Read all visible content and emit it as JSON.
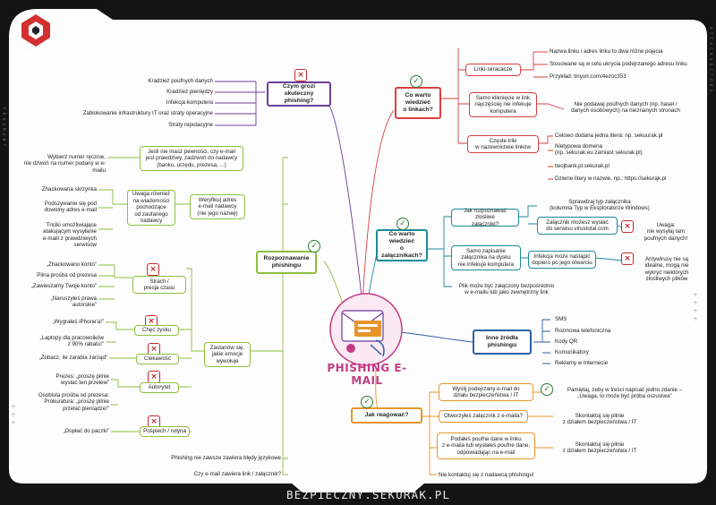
{
  "brand": {
    "logo": "SEKURAK.PL",
    "footer": "BEZPIECZNY.SEKURAK.PL"
  },
  "side_text": {
    "left": "F R A G M E N T",
    "right": "A T T A C K   V E C T O R S"
  },
  "center": {
    "title": "PHISHING E-MAIL"
  },
  "colors": {
    "purple": "#6a3d9a",
    "red": "#d94040",
    "teal": "#1b8a9c",
    "blue": "#2d5fa6",
    "orange": "#e8942b",
    "green": "#8dbf3f",
    "pink": "#c23b86"
  },
  "threats": {
    "title": "Czym grozi\nskuteczny phishing?",
    "items": [
      "Kradzież poufnych danych",
      "Kradzież pieniędzy",
      "Infekcja komputera",
      "Zablokowanie infrastruktury IT oraz straty operacyjne",
      "Straty reputacyjne"
    ]
  },
  "links": {
    "title": "Co warto\nwiedzieć\no linkach?",
    "shorteners": "Linki-skracacze",
    "short_items": [
      "Nazwa linku i adres linku to dwa różne pojęcia",
      "Stosowane są w celu ukrycia podejrzanego adresu linku",
      "Przykład: tinyurl.com/4eznc353"
    ],
    "click": "Samo kliknięcie w link\nnajczęściej nie infekuje\nkomputera",
    "click_leaf": "Nie podawaj poufnych danych (np. haseł /\ndanych osobowych) na nieznanych stronach",
    "tricks": "Częste triki\nw nazewnictwie linków",
    "trick_items": [
      "Celowo dodana jedna litera: np. sekuurak.pl",
      "Nietypowa domena\n(np. sekurak.eu zamiast sekurak.pl)",
      "twojbank.pl.sekurak.pl",
      "Dziwne litery w nazwie, np.: https://sekurąk.pl"
    ]
  },
  "attachments": {
    "title": "Co warto\nwiedzieć\no załącznikach?",
    "recognize": "Jak rozpoznawać złośliwe\nzałączniki?",
    "check_type": "Sprawdzaj typ załącznika\n(kolumna Typ w Eksploratorze Windows)",
    "virustotal": "Załącznik możesz wysłać\ndo serwisu virustotal.com",
    "vt_note": "Uwaga:\nnie wysyłaj tam\npoufnych danych!",
    "save": "Samo zapisanie\nzałącznika na dysku\nnie infekuje komputera",
    "infect": "Infekcja może nastąpić\ndopiero po jego otwarciu",
    "av": "Antywirusy nie są\nidealne, mogą nie\nwykryć niektórych\nzłośliwych plików",
    "file_link": "Plik może być załączony bezpośrednio\nw e-mailu lub jako zewnętrzny link"
  },
  "sources": {
    "title": "Inne źródła\nphishingu",
    "items": [
      "SMS",
      "Rozmowa telefoniczna",
      "Kody QR",
      "Komunikatory",
      "Reklamy w Internecie"
    ]
  },
  "react": {
    "title": "Jak reagować?",
    "report": "Wyślij podejrzany e-mail do\ndziału bezpieczeństwa / IT",
    "report_leaf": "Pamiętaj, żeby w treści napisać jedno zdanie –\n„Uwaga, to może być próba oszustwa”",
    "opened": "Otworzyłeś załącznik z e-maila?",
    "opened_leaf": "Skontaktuj się pilnie\nz działem bezpieczeństwa / IT",
    "gave": "Podałeś poufne dane w linku\nz e-maila lub wysłałeś poufne dane,\nodpowiadając na e-mail",
    "gave_leaf": "Skontaktuj się pilnie\nz działem bezpieczeństwa / IT",
    "no_contact": "Nie kontaktuj się z nadawcą phishingu!"
  },
  "recognize": {
    "title": "Rozpoznawanie\nphishingu",
    "doubt": "Jeśli nie masz pewności, czy e-mail\njest prawdziwy, zadzwoń do nadawcy\n(banku, urzędu, prezesa, ...)",
    "doubt_leaf": "Wybierz numer ręcznie,\nnie dzwoń na numer podany w e-mailu",
    "verify": "Weryfikuj adres\ne-mail nadawcy\n(nie jego nazwę)",
    "beware": "Uwaga również\nna wiadomości\npochodzące\nod zaufanego\nnadawcy",
    "beware_items": [
      "Zhackowana skrzynka",
      "Podszywanie się pod\ndowolny adres e-mail",
      "Triciki umożliwiające\natakującym wysyłanie\ne-maili z prawdziwych\nserwisów"
    ],
    "emotions": "Zastanów się,\njakie emocje\nwywołuje",
    "fear": "Strach /\npresja czasu",
    "fear_items": [
      "„Zhackowano konto”",
      "Pilna prośba od prezesa",
      "„Zawieszamy Twoje konto”",
      "„Naruszyłeś prawa\nautorskie”"
    ],
    "greed": "Chęć zysku",
    "greed_items": [
      "„Wygrałeś iPhone’a!”",
      "„Laptopy dla pracowników\nz 90% rabatu!”"
    ],
    "curiosity": "Ciekawość",
    "curiosity_items": [
      "„Zobacz, ile zarabia zarząd”"
    ],
    "authority": "Autorytet",
    "authority_items": [
      "Prezes: „proszę pilnie\nwysłać ten przelew”",
      "Osobista prośba od prezesa:\nProkuratura: „proszę pilnie\nprzelać pieniądze!”"
    ],
    "rush": "Pośpiech / rutyna",
    "rush_items": [
      "„Dopłać do paczki”"
    ],
    "grammar": "Phishing nie zawsze zawiera błędy językowe",
    "attachment_q": "Czy e-mail zawiera link / załącznik?"
  }
}
